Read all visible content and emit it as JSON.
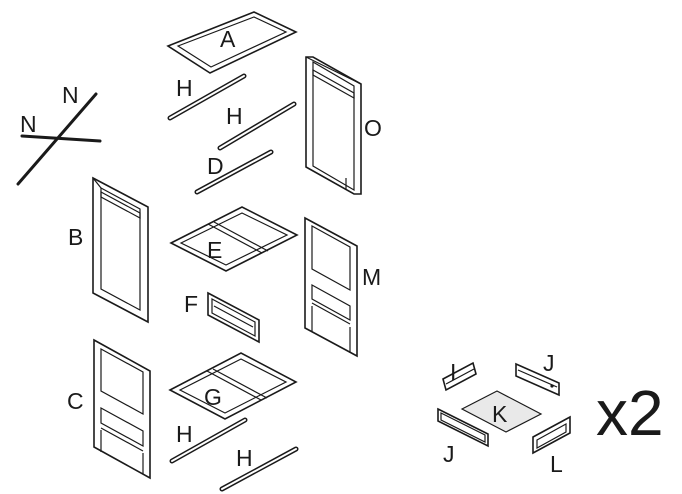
{
  "parts": {
    "A": "A",
    "B": "B",
    "C": "C",
    "D": "D",
    "E": "E",
    "F": "F",
    "G": "G",
    "H1": "H",
    "H2": "H",
    "H3": "H",
    "H4": "H",
    "I": "I",
    "J1": "J",
    "J2": "J",
    "K": "K",
    "L": "L",
    "M": "M",
    "N1": "N",
    "N2": "N",
    "O": "O"
  },
  "quantity": "x2"
}
